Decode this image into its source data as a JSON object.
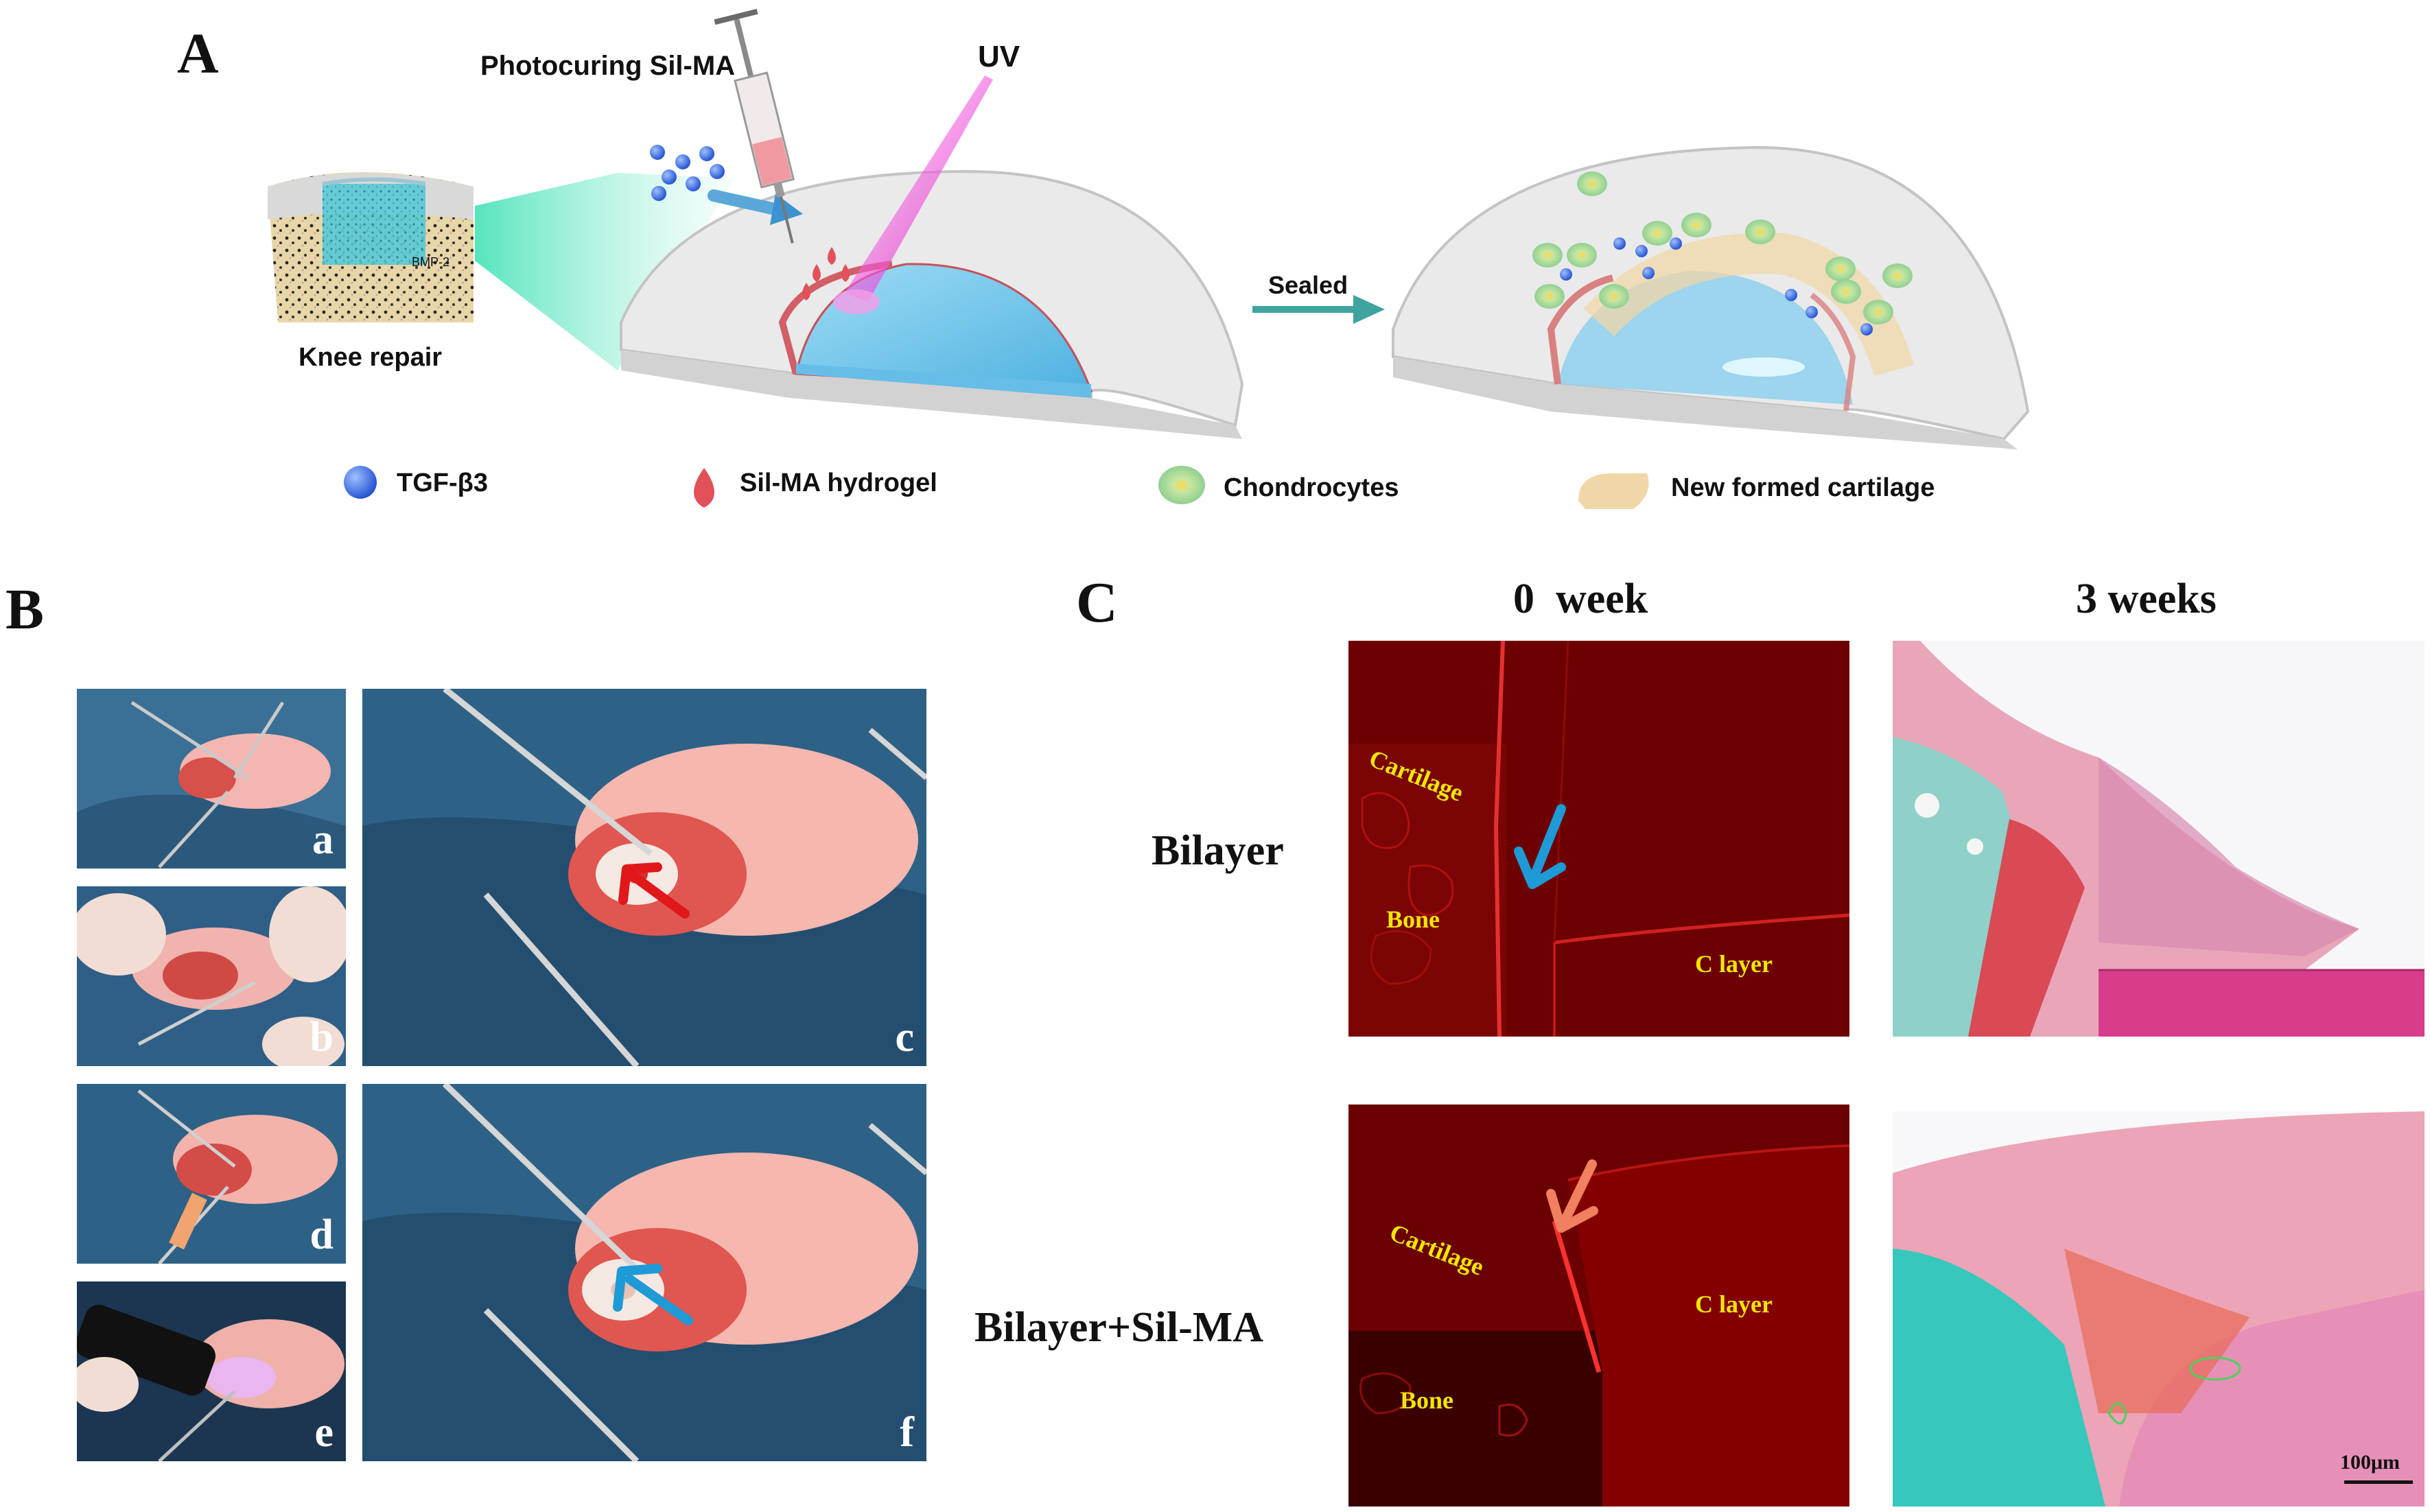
{
  "panel_a": {
    "letter": "A",
    "knee_label": "Knee repair",
    "bmp_label": "BMP-2",
    "syringe_label": "Photocuring Sil-MA",
    "uv_label": "UV",
    "sealed_label": "Sealed",
    "legend": [
      {
        "icon": "tgf-bead-icon",
        "label": "TGF-β3"
      },
      {
        "icon": "hydrogel-drop-icon",
        "label": "Sil-MA hydrogel"
      },
      {
        "icon": "chondrocyte-icon",
        "label": "Chondrocytes"
      },
      {
        "icon": "cartilage-patch-icon",
        "label": "New formed cartilage"
      }
    ]
  },
  "panel_b": {
    "letter": "B",
    "photos": [
      "a",
      "b",
      "c",
      "d",
      "e",
      "f"
    ]
  },
  "panel_c": {
    "letter": "C",
    "col_headers": [
      "0  week",
      "3 weeks"
    ],
    "row_labels": [
      "Bilayer",
      "Bilayer+Sil-MA"
    ],
    "fluo_top": {
      "cartilage": "Cartilage",
      "bone": "Bone",
      "c_layer": "C layer"
    },
    "fluo_bottom": {
      "cartilage": "Cartilage",
      "bone": "Bone",
      "c_layer": "C layer"
    },
    "scale_bar": "100μm"
  },
  "colors": {
    "tgf_blue": "#2a5fe0",
    "hydrogel_red": "#e2505a",
    "chondrocyte_green": "#8fd19a",
    "cartilage_tan": "#f0d7a8",
    "teal_arrow": "#3fa3a0",
    "fluo_red": "#7a0000",
    "label_yellow": "#f2e600",
    "arrow_blue": "#1e9ad6",
    "arrow_red": "#e0181a",
    "arrow_salmon": "#f08060"
  }
}
